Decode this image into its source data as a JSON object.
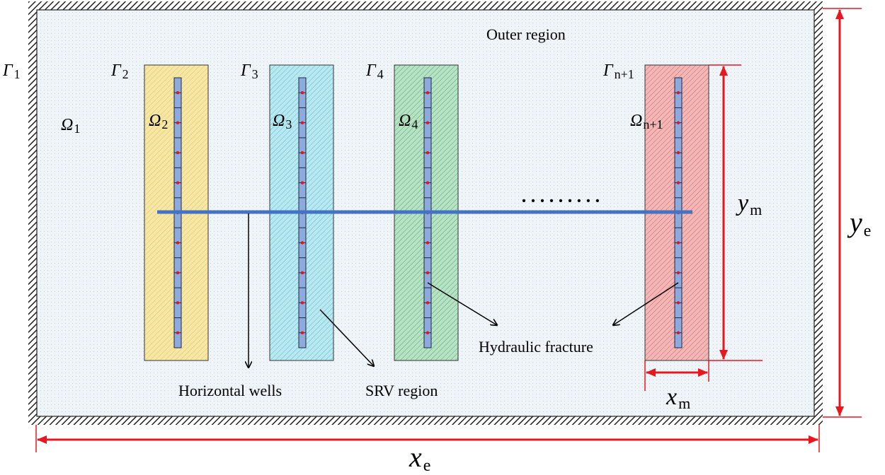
{
  "labels": {
    "outer_region": "Outer region",
    "horizontal_wells": "Horizontal wells",
    "srv_region": "SRV region",
    "hydraulic_fracture": "Hydraulic fracture",
    "dots": "·········"
  },
  "boundaries": {
    "gamma1": {
      "sym": "Γ",
      "sub": "1"
    },
    "gamma2": {
      "sym": "Γ",
      "sub": "2"
    },
    "gamma3": {
      "sym": "Γ",
      "sub": "3"
    },
    "gamma4": {
      "sym": "Γ",
      "sub": "4"
    },
    "gamma_n1": {
      "sym": "Γ",
      "sub": "n+1"
    }
  },
  "regions": {
    "omega1": {
      "sym": "Ω",
      "sub": "1"
    },
    "omega2": {
      "sym": "Ω",
      "sub": "2"
    },
    "omega3": {
      "sym": "Ω",
      "sub": "3"
    },
    "omega4": {
      "sym": "Ω",
      "sub": "4"
    },
    "omega_n1": {
      "sym": "Ω",
      "sub": "n+1"
    }
  },
  "dimensions": {
    "ym": {
      "sym": "y",
      "sub": "m"
    },
    "ye": {
      "sym": "y",
      "sub": "e"
    },
    "xm": {
      "sym": "x",
      "sub": "m"
    },
    "xe": {
      "sym": "x",
      "sub": "e"
    }
  },
  "colors": {
    "outer_bg": "#eef4f8",
    "srv_yellow": "#f7e7a6",
    "srv_cyan": "#b9e8f0",
    "srv_green": "#b7e2c4",
    "srv_red": "#f2b7b7",
    "well_blue": "#4472c4",
    "fracture_fill": "#8ea9db",
    "fracture_dot": "#e0151d",
    "dimension_red": "#e8171e"
  },
  "icons": [
    "no-flow-boundary-hatch",
    "arrow-down",
    "arrow-diagonal"
  ]
}
